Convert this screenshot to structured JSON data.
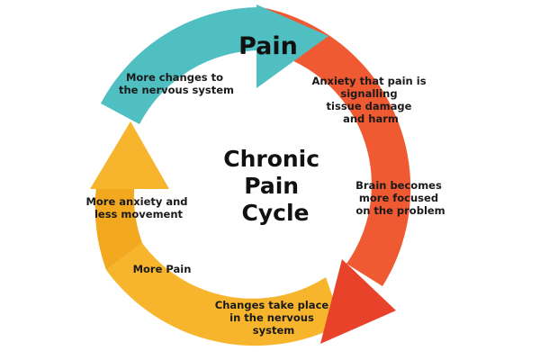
{
  "top_label": "Pain",
  "center_title": [
    "Chronic",
    "Pain",
    "Cycle"
  ],
  "labels": {
    "anxiety": [
      "Anxiety that pain is",
      "signalling",
      "tissue damage",
      "and harm"
    ],
    "brain": [
      "Brain becomes",
      "more focused",
      "on the problem"
    ],
    "changes_take_place": [
      "Changes take place",
      "in the nervous",
      "system"
    ],
    "more_pain": [
      "More Pain"
    ],
    "anxiety_movement": [
      "More anxiety and",
      "less movement"
    ],
    "more_changes": [
      "More changes to",
      "the nervous system"
    ]
  },
  "colors": {
    "teal": "#4FBFC2",
    "orange_red": "#F05A32",
    "red": "#E8432A",
    "amber": "#F7B52E",
    "yellow": "#F2A81F"
  }
}
